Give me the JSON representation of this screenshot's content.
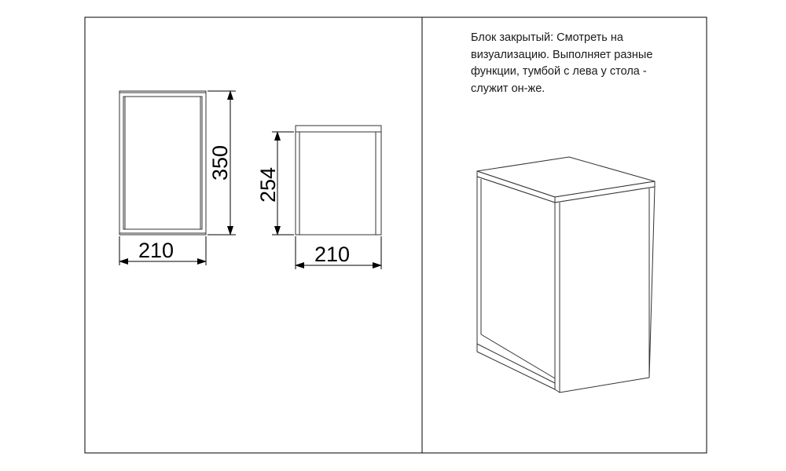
{
  "note": {
    "lines": [
      "Блок закрытый: Смотреть на",
      "визуализацию. Выполняет разные",
      "функции, тумбой с лева у стола -",
      "служит он-же."
    ]
  },
  "drawings": {
    "front_view": {
      "height_label": "350",
      "width_label": "210",
      "height_mm": 350,
      "width_mm": 210
    },
    "side_view": {
      "height_label": "254",
      "width_label": "210",
      "height_mm": 254,
      "width_mm": 210
    },
    "isometric_view": {
      "description_shown": false
    }
  },
  "colors": {
    "line": "#000000",
    "panel_stroke": "#333333",
    "background": "#ffffff"
  }
}
